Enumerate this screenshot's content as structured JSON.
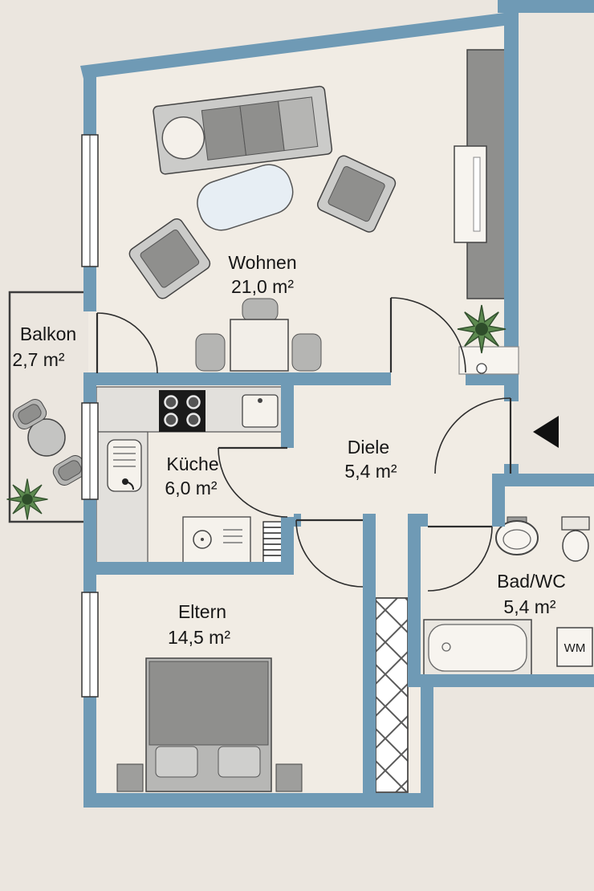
{
  "plan": {
    "rooms": [
      {
        "name": "Wohnen",
        "area": "21,0 m²"
      },
      {
        "name": "Balkon",
        "area": "2,7 m²"
      },
      {
        "name": "Küche",
        "area": "6,0 m²"
      },
      {
        "name": "Diele",
        "area": "5,4 m²"
      },
      {
        "name": "Eltern",
        "area": "14,5 m²"
      },
      {
        "name": "Bad/WC",
        "area": "5,4 m²"
      }
    ],
    "appliances": {
      "washing_machine_label": "WM"
    },
    "icons": {
      "entrance_arrow": "left-pointing-triangle",
      "plant": "spiky-plant-star"
    },
    "colors": {
      "wall": "#6f9ab5",
      "exterior_background": "#ebe6df",
      "floor": "#f1ece4",
      "furniture_dark": "#8f8f8d",
      "furniture_light": "#cbcbc9",
      "counter": "#e2e0dc",
      "table_accent": "#e7eef4",
      "plant_green": "#5d8a50",
      "arrow_black": "#111111"
    }
  }
}
